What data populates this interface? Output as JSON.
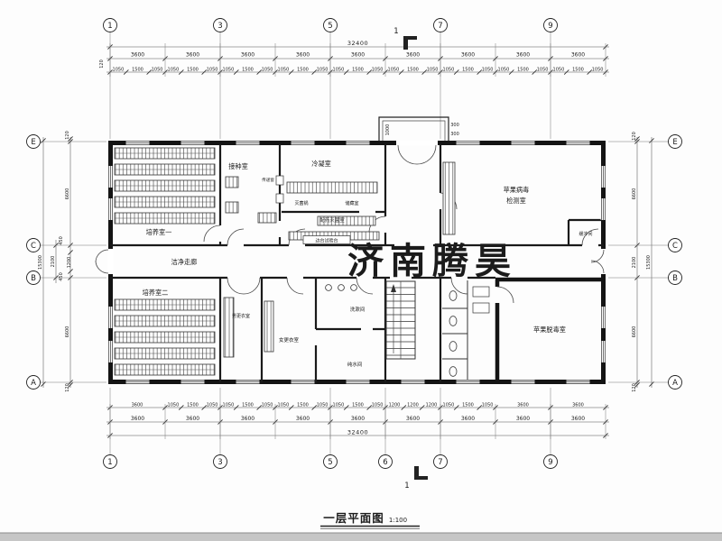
{
  "page": {
    "title": "一层平面图",
    "scale": "1:100"
  },
  "watermark": {
    "text": "济南腾昊",
    "color": "#e8131d"
  },
  "axes": {
    "top": [
      "1",
      "3",
      "5",
      "7",
      "9"
    ],
    "bottom": [
      "1",
      "3",
      "5",
      "6",
      "7",
      "9"
    ],
    "left": [
      "E",
      "C",
      "B",
      "A"
    ],
    "right": [
      "E",
      "C",
      "B",
      "A"
    ],
    "section_flag": "1"
  },
  "dims": {
    "overall_width": "32400",
    "overall_height": "15300",
    "bay": "3600",
    "sub": [
      "1050",
      "1500",
      "1050"
    ],
    "edge": "120",
    "wing": "6600",
    "corridor": "2100",
    "corridor_sub": [
      "450",
      "1200",
      "450"
    ],
    "entrance": {
      "width": "1000",
      "step": "300"
    },
    "bottom_row": [
      "3600",
      "1050",
      "1500",
      "1050",
      "1050",
      "1500",
      "1050",
      "1050",
      "1500",
      "1050",
      "1050",
      "1500",
      "1050",
      "1200",
      "1200",
      "1200",
      "1050",
      "1500",
      "1050",
      "3600",
      "3600"
    ]
  },
  "rooms": {
    "cultivation1": "培养室一",
    "cultivation2": "培养室二",
    "inoculation": "接种室",
    "condensation": "冷凝室",
    "storage": "储藏室",
    "sterilizer": "灭菌锅",
    "pass_window": "传递窗",
    "dispensing": "配药灭菌室",
    "side_bench": "边台试验台",
    "clean_corridor": "洁净走廊",
    "virus_detection_l1": "苹果病毒",
    "virus_detection_l2": "检测室",
    "buffer": "缓冲间",
    "men_changing": "男更衣室",
    "women_changing": "女更衣室",
    "washroom": "洗漱间",
    "pure_water": "纯水间",
    "virus_free": "苹果脱毒室"
  }
}
